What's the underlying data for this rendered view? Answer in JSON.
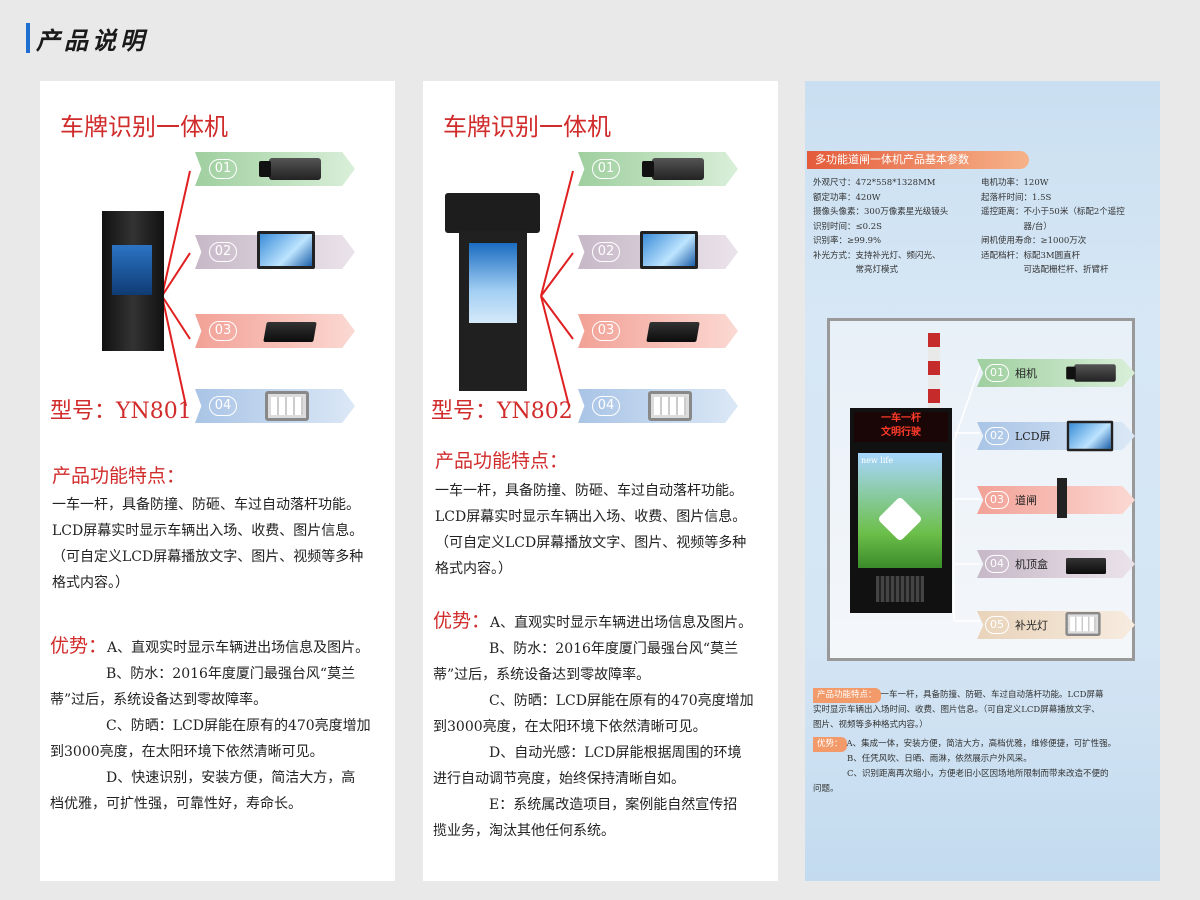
{
  "header": {
    "title": "产品说明"
  },
  "panel1": {
    "title": "车牌识别一体机",
    "model": "型号：YN801",
    "features_title": "产品功能特点：",
    "features": [
      "一车一杆，具备防撞、防砸、车过自动落杆功能。",
      "LCD屏幕实时显示车辆出入场、收费、图片信息。",
      "（可自定义LCD屏幕播放文字、图片、视频等多种",
      "格式内容。）"
    ],
    "adv_label": "优势：",
    "adv_first": "A、直观实时显示车辆进出场信息及图片。",
    "adv": [
      "B、防水：2016年度厦门最强台风“莫兰",
      "蒂”过后，系统设备达到零故障率。",
      "C、防晒：LCD屏能在原有的470亮度增加",
      "到3000亮度，在太阳环境下依然清晰可见。",
      "D、快速识别，安装方便，简洁大方，高",
      "档优雅，可扩性强，可靠性好，寿命长。"
    ]
  },
  "panel2": {
    "title": "车牌识别一体机",
    "model": "型号：YN802",
    "features_title": "产品功能特点：",
    "features": [
      "一车一杆，具备防撞、防砸、车过自动落杆功能。",
      "LCD屏幕实时显示车辆出入场、收费、图片信息。",
      "（可自定义LCD屏幕播放文字、图片、视频等多种",
      "格式内容。）"
    ],
    "adv_label": "优势：",
    "adv_first": "A、直观实时显示车辆进出场信息及图片。",
    "adv": [
      "B、防水：2016年度厦门最强台风“莫兰",
      "蒂”过后，系统设备达到零故障率。",
      "C、防晒：LCD屏能在原有的470亮度增加",
      "到3000亮度，在太阳环境下依然清晰可见。",
      "D、自动光感：LCD屏能根据周围的环境",
      "进行自动调节亮度，始终保持清晰自如。",
      "E：系统属改造项目，案例能自然宣传招",
      "揽业务，淘汰其他任何系统。"
    ]
  },
  "arrows": [
    {
      "num": "01",
      "icon": "camera"
    },
    {
      "num": "02",
      "icon": "lcd-screen"
    },
    {
      "num": "03",
      "icon": "set-top-box"
    },
    {
      "num": "04",
      "icon": "flood-light"
    }
  ],
  "panel3": {
    "spec_title": "多功能道闸一体机产品基本参数",
    "specs_left": [
      "外观尺寸：472*558*1328MM",
      "额定功率：420W",
      "摄像头像素：300万像素星光级镜头",
      "识别时间：≤0.2S",
      "识别率：≥99.9%",
      "补光方式：支持补光灯、频闪光、",
      "　　　　　常亮灯模式"
    ],
    "specs_right": [
      "电机功率：120W",
      "起落杆时间：1.5S",
      "遥控距离：不小于50米（标配2个遥控",
      "　　　　　器/台）",
      "闸机使用寿命：≥1000万次",
      "适配档杆：标配3M圆直杆",
      "　　　　　可选配栅栏杆、折臂杆"
    ],
    "led_text": [
      "一车一杆",
      "文明行驶"
    ],
    "screen_text": "new life",
    "items": [
      {
        "num": "01",
        "label": "相机"
      },
      {
        "num": "02",
        "label": "LCD屏"
      },
      {
        "num": "03",
        "label": "道闸"
      },
      {
        "num": "04",
        "label": "机顶盒"
      },
      {
        "num": "05",
        "label": "补光灯"
      }
    ],
    "feat_label": "产品功能特点：",
    "feat_text": "一车一杆，具备防撞、防砸、车过自动落杆功能。LCD屏幕",
    "feat_lines": [
      "实时显示车辆出入场时间、收费、图片信息。（可自定义LCD屏幕播放文字、",
      "图片、视频等多种格式内容。）"
    ],
    "adv_label": "优势：",
    "adv_first": "A、集成一体，安装方便，简洁大方，高档优雅，维修便捷，可扩性强。",
    "adv_lines": [
      "B、任凭风吹、日晒、雨淋，依然展示户外风采。",
      "C、识别距离再次缩小，方便老旧小区因场地所限制而带来改造不便的",
      "问题。"
    ]
  }
}
